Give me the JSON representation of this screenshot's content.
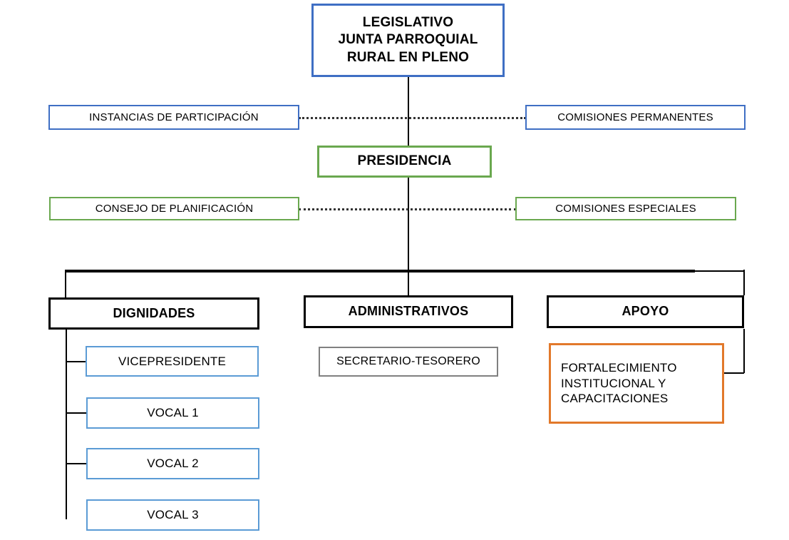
{
  "diagram": {
    "title_top": "LEGISLATIVO\nJUNTA PARROQUIAL\nRURAL EN PLENO",
    "colors": {
      "blue": "#3f6fc4",
      "light_blue": "#5b9bd5",
      "green": "#6aa84f",
      "orange": "#e2792b",
      "gray": "#808080",
      "black": "#000000",
      "connector_dotted": "#333333"
    },
    "nodes": {
      "legislativo_line1": "LEGISLATIVO",
      "legislativo_line2": "JUNTA PARROQUIAL",
      "legislativo_line3": "RURAL EN PLENO",
      "instancias_participacion": "INSTANCIAS  DE PARTICIPACIÓN",
      "comisiones_permanentes": "COMISIONES  PERMANENTES",
      "presidencia": "PRESIDENCIA",
      "consejo_planificacion": "CONSEJO DE PLANIFICACIÓN",
      "comisiones_especiales": "COMISIONES  ESPECIALES",
      "dignidades": "DIGNIDADES",
      "administrativos": "ADMINISTRATIVOS",
      "apoyo": "APOYO",
      "vicepresidente": "VICEPRESIDENTE",
      "vocal_1": "VOCAL 1",
      "vocal_2": "VOCAL 2",
      "vocal_3": "VOCAL 3",
      "secretario_tesorero": "SECRETARIO-TESORERO",
      "fortalecimiento_line1": "FORTALECIMIENTO",
      "fortalecimiento_line2": "INSTITUCIONAL   Y",
      "fortalecimiento_line3": "CAPACITACIONES"
    }
  }
}
